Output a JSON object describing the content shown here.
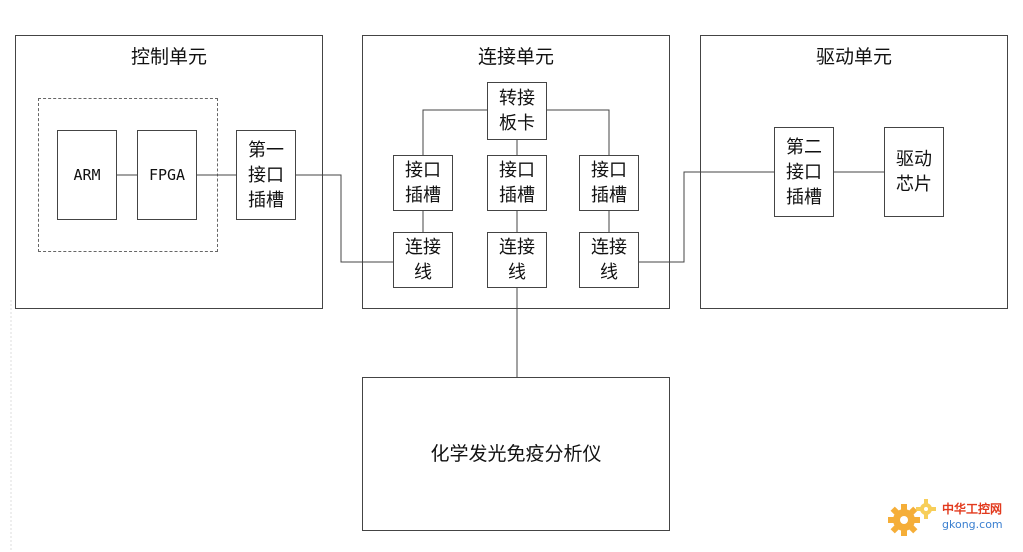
{
  "control_unit": {
    "title": "控制单元",
    "arm": "ARM",
    "fpga": "FPGA",
    "first_slot": "第一\n接口\n插槽"
  },
  "connection_unit": {
    "title": "连接单元",
    "adapter_board": "转接\n板卡",
    "slots": [
      "接口\n插槽",
      "接口\n插槽",
      "接口\n插槽"
    ],
    "wires": [
      "连接\n线",
      "连接\n线",
      "连接\n线"
    ]
  },
  "drive_unit": {
    "title": "驱动单元",
    "second_slot": "第二\n接口\n插槽",
    "driver_chip": "驱动\n芯片"
  },
  "analyzer": {
    "label": "化学发光免疫分析仪"
  },
  "watermark": {
    "cn": "中华工控网",
    "en": "gkong.com",
    "colors": {
      "gear_orange": "#f5a623",
      "gear_yellow": "#f7c948",
      "cn_text": "#e23a1e",
      "en_text": "#3a7fd0"
    }
  }
}
